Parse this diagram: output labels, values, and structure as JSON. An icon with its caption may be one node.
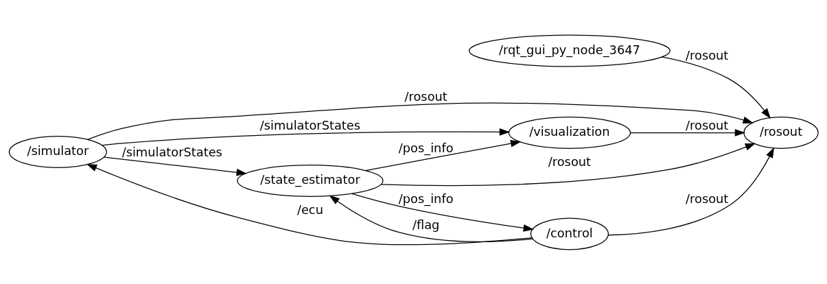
{
  "diagram": {
    "nodes": [
      {
        "text": [
          "/rqt_gui_py_node_3647"
        ]
      },
      {
        "text": [
          "/simulator"
        ]
      },
      {
        "text": [
          "/visualization"
        ]
      },
      {
        "text": [
          "/rosout"
        ]
      },
      {
        "text": [
          "/state_estimator"
        ]
      },
      {
        "text": [
          "/control"
        ]
      }
    ],
    "edges": [
      {
        "from": 0,
        "to": 3,
        "arrow": "to",
        "label": "/rosout"
      },
      {
        "from": 1,
        "to": 3,
        "arrow": "to",
        "label": "/rosout"
      },
      {
        "from": 1,
        "to": 2,
        "arrow": "to",
        "label": "/simulatorStates"
      },
      {
        "from": 1,
        "to": 4,
        "arrow": "to",
        "label": "/simulatorStates"
      },
      {
        "from": 2,
        "to": 3,
        "arrow": "to",
        "label": "/rosout"
      },
      {
        "from": 4,
        "to": 2,
        "arrow": "to",
        "label": "/pos_info"
      },
      {
        "from": 4,
        "to": 3,
        "arrow": "to",
        "label": "/rosout"
      },
      {
        "from": 4,
        "to": 5,
        "arrow": "to",
        "label": "/pos_info"
      },
      {
        "from": 5,
        "to": 3,
        "arrow": "to",
        "label": "/rosout"
      },
      {
        "from": 5,
        "to": 4,
        "arrow": "to",
        "label": "/flag"
      },
      {
        "from": 5,
        "to": 1,
        "arrow": "to",
        "label": "/ecu"
      }
    ]
  }
}
